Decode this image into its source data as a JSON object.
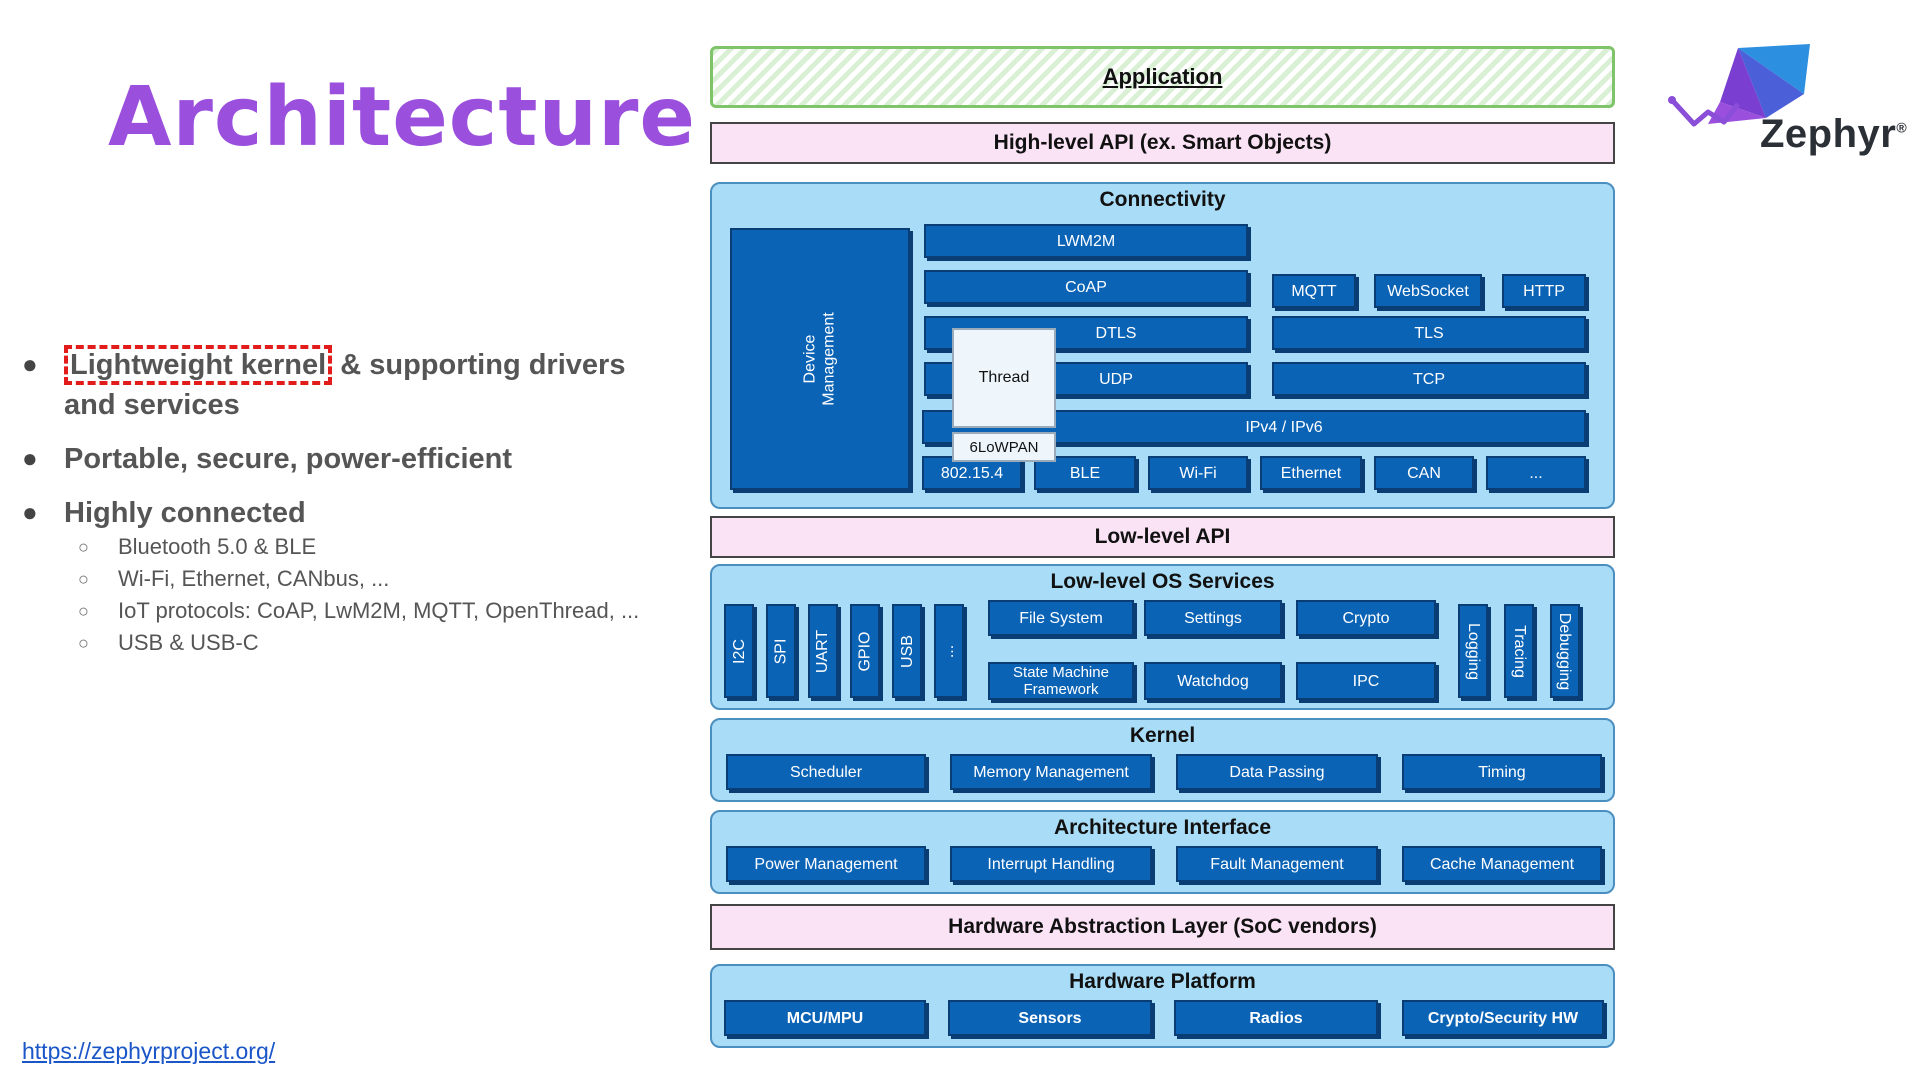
{
  "left": {
    "title": "Architecture",
    "bullets": [
      {
        "highlight": "Lightweight kernel",
        "rest": " & supporting drivers",
        "line2": "and services"
      },
      {
        "text": "Portable, secure, power-efficient"
      },
      {
        "text": "Highly connected"
      }
    ],
    "subbullets": [
      "Bluetooth 5.0 & BLE",
      "Wi-Fi, Ethernet, CANbus, ...",
      "IoT protocols: CoAP, LwM2M, MQTT, OpenThread, ...",
      "USB & USB-C"
    ],
    "link": "https://zephyrproject.org/"
  },
  "logo": {
    "name": "Zephyr",
    "mark": "®"
  },
  "diagram": {
    "application": "Application",
    "high_level_api": "High-level API (ex. Smart Objects)",
    "connectivity": {
      "title": "Connectivity",
      "device_management": "Device\nManagement",
      "lwm2m": "LWM2M",
      "coap": "CoAP",
      "dtls": "DTLS",
      "udp": "UDP",
      "thread": "Thread",
      "sixlowpan": "6LoWPAN",
      "mqtt": "MQTT",
      "websocket": "WebSocket",
      "http": "HTTP",
      "tls": "TLS",
      "tcp": "TCP",
      "ip": "IPv4 / IPv6",
      "links": [
        "802.15.4",
        "BLE",
        "Wi-Fi",
        "Ethernet",
        "CAN",
        "..."
      ]
    },
    "low_level_api": "Low-level API",
    "os_services": {
      "title": "Low-level OS Services",
      "drivers": [
        "I2C",
        "SPI",
        "UART",
        "GPIO",
        "USB",
        "..."
      ],
      "row1": [
        "File System",
        "Settings",
        "Crypto"
      ],
      "row2": [
        "State Machine Framework",
        "Watchdog",
        "IPC"
      ],
      "right": [
        "Logging",
        "Tracing",
        "Debugging"
      ]
    },
    "kernel": {
      "title": "Kernel",
      "items": [
        "Scheduler",
        "Memory Management",
        "Data Passing",
        "Timing"
      ]
    },
    "arch": {
      "title": "Architecture Interface",
      "items": [
        "Power Management",
        "Interrupt Handling",
        "Fault Management",
        "Cache Management"
      ]
    },
    "hal": "Hardware Abstraction Layer (SoC vendors)",
    "hw": {
      "title": "Hardware Platform",
      "items": [
        "MCU/MPU",
        "Sensors",
        "Radios",
        "Crypto/Security HW"
      ]
    }
  },
  "colors": {
    "title": "#9b4fdd",
    "box": "#0b63b6",
    "section": "#a9dcf6",
    "pink": "#fbe3f6",
    "highlight": "#e21b1b"
  }
}
